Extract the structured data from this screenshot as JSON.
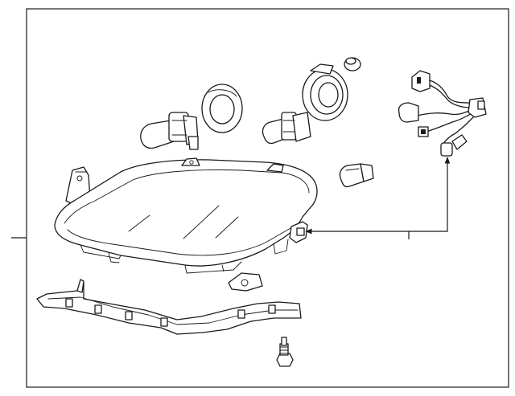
{
  "diagram": {
    "parts": [
      "frame",
      "leader-line",
      "headlamp-assembly",
      "high-beam-bulb",
      "dust-seal-ring",
      "low-beam-bulb",
      "bulb-cover-cap",
      "small-cap",
      "wire-harness",
      "wedge-bulb",
      "mounting-bracket",
      "retainer-clip",
      "mounting-bolt",
      "callout-arrow"
    ]
  }
}
